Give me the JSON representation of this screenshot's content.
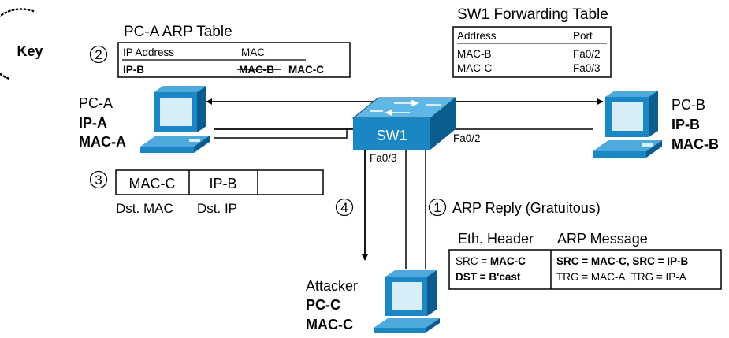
{
  "key": {
    "label": "Key"
  },
  "arp_table": {
    "step": "2",
    "title": "PC-A ARP Table",
    "col_ip": "IP Address",
    "col_mac": "MAC",
    "row_ip": "IP-B",
    "row_mac_old": "MAC-B",
    "row_mac_new": "MAC-C"
  },
  "fwd_table": {
    "title": "SW1 Forwarding Table",
    "col_address": "Address",
    "col_port": "Port",
    "rows": [
      {
        "address": "MAC-B",
        "port": "Fa0/2"
      },
      {
        "address": "MAC-C",
        "port": "Fa0/3"
      }
    ]
  },
  "pc_a": {
    "name": "PC-A",
    "ip": "IP-A",
    "mac": "MAC-A"
  },
  "pc_b": {
    "name": "PC-B",
    "ip": "IP-B",
    "mac": "MAC-B"
  },
  "attacker": {
    "role": "Attacker",
    "name": "PC-C",
    "mac": "MAC-C"
  },
  "switch": {
    "name": "SW1",
    "port_b": "Fa0/2",
    "port_c": "Fa0/3"
  },
  "frame": {
    "step": "3",
    "dst_mac": "MAC-C",
    "dst_ip": "IP-B",
    "dst_mac_label": "Dst. MAC",
    "dst_ip_label": "Dst. IP"
  },
  "step4": {
    "step": "4"
  },
  "arp_reply": {
    "step": "1",
    "label": "ARP Reply (Gratuitous)"
  },
  "msg": {
    "eth_title": "Eth. Header",
    "arp_title": "ARP Message",
    "src_prefix": "SRC = ",
    "src_value": "MAC-C",
    "dst_value": "DST = B'cast",
    "arp_line1": "SRC = MAC-C, SRC = IP-B",
    "arp_line2": "TRG = MAC-A, TRG = IP-A"
  },
  "colors": {
    "device_blue": "#1a86c4",
    "device_dark": "#0b4f7a",
    "screen": "#d7eef9"
  }
}
